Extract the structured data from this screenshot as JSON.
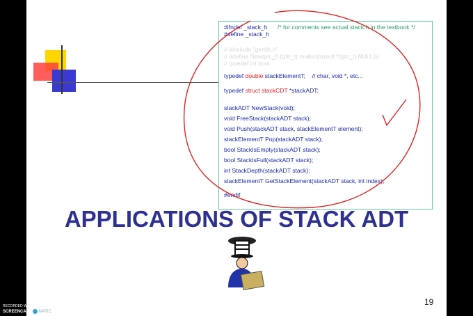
{
  "code": {
    "line1a": "#ifndef _stack_h",
    "line1b": "/* for comments see actual stack.h in the textbook */",
    "line2": "#define _stack_h",
    "faded1": "// #include \"genlib.h\"",
    "faded2": "// #define New(ptr_t) ((ptr_t) malloc(sizeof *((ptr_t) NULL)))",
    "faded3": "// typedef int bool;",
    "td1a": "typedef ",
    "td1b": "double",
    "td1c": " stackElementT;",
    "td1d": "    // char, void *, etc...",
    "td2a": "typedef ",
    "td2b": "struct stackCDT",
    "td2c": " *stackADT;",
    "f1": "stackADT NewStack(void);",
    "f2": "void FreeStack(stackADT stack);",
    "f3": "void Push(stackADT stack, stackElementT element);",
    "f4": "stackElementT Pop(stackADT stack);",
    "f5": "bool StackIsEmpty(stackADT stack);",
    "f6": "bool StackIsFull(stackADT stack);",
    "f7": "int StackDepth(stackADT stack);",
    "f8": "stackElementT GetStackElement(stackADT stack, int index);",
    "endif": "#endif"
  },
  "title": "APPLICATIONS OF STACK ADT",
  "page_number": "19",
  "watermark": {
    "recorded": "RECORDED WITH",
    "brand": "SCREENCAST",
    "suffix": "MATIC"
  },
  "colors": {
    "title": "#2e3192",
    "annotation": "#e02020",
    "border": "#5fc9a8"
  }
}
